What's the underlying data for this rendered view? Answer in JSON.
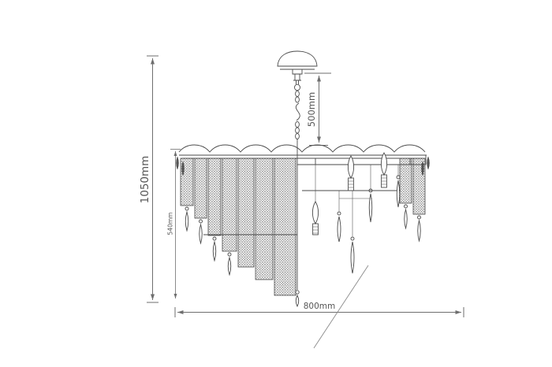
{
  "diagram": {
    "subject": "crystal chandelier technical dimension drawing",
    "dimensions": {
      "overall_height": "1050mm",
      "suspension_height": "500mm",
      "body_height": "540mm",
      "width": "800mm"
    },
    "colors": {
      "background": "#ffffff",
      "drawing_line": "#4a4a4a",
      "dimension_line": "#6e6e6e",
      "label_text": "#555555"
    }
  }
}
